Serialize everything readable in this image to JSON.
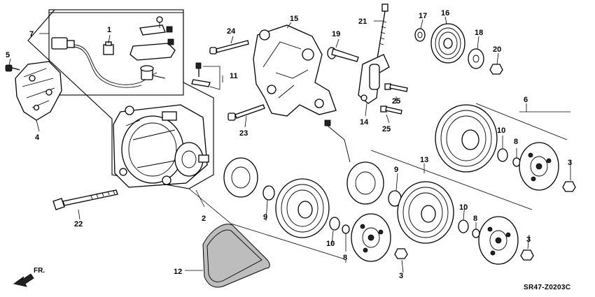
{
  "diagram_code": "SR47-Z0203C",
  "front_arrow_label": "FR.",
  "callouts": {
    "c1": "1",
    "c2": "2",
    "c3a": "3",
    "c3b": "3",
    "c3c": "3",
    "c4": "4",
    "c5": "5",
    "c6": "6",
    "c7": "7",
    "c8a": "8",
    "c8b": "8",
    "c9a": "9",
    "c9b": "9",
    "c10a": "10",
    "c10b": "10",
    "c10c": "10",
    "c11": "11",
    "c12": "12",
    "c13": "13",
    "c14": "14",
    "c15": "15",
    "c16": "16",
    "c17": "17",
    "c18": "18",
    "c19": "19",
    "c20": "20",
    "c21": "21",
    "c22": "22",
    "c23": "23",
    "c24": "24",
    "c25a": "25",
    "c25b": "25"
  }
}
